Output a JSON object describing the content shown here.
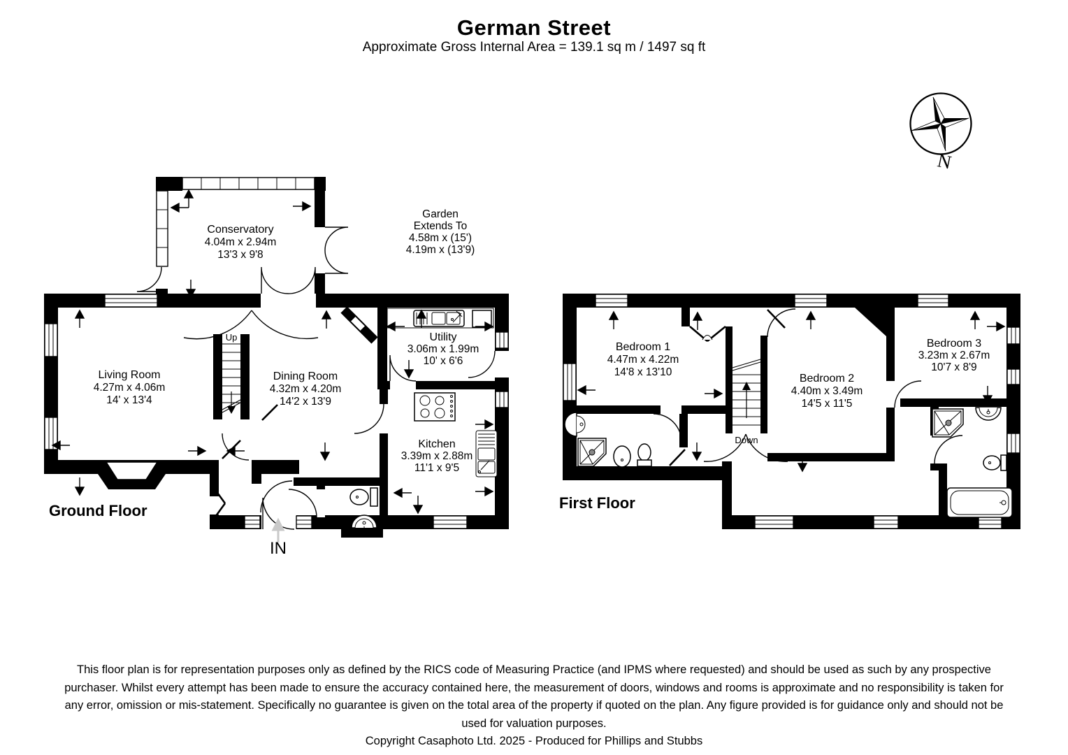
{
  "title": "German Street",
  "subtitle": "Approximate Gross Internal Area = 139.1 sq m / 1497 sq ft",
  "compass": {
    "north_label": "N"
  },
  "ground_floor": {
    "label": "Ground Floor",
    "entrance_label": "IN",
    "stairs_label": "Up",
    "garden_note": {
      "line1": "Garden",
      "line2": "Extends To",
      "line3": "4.58m x (15')",
      "line4": "4.19m x (13'9)"
    },
    "rooms": {
      "conservatory": {
        "name": "Conservatory",
        "metric": "4.04m x 2.94m",
        "imperial": "13'3 x 9'8"
      },
      "living_room": {
        "name": "Living Room",
        "metric": "4.27m x 4.06m",
        "imperial": "14' x 13'4"
      },
      "dining_room": {
        "name": "Dining Room",
        "metric": "4.32m x 4.20m",
        "imperial": "14'2 x 13'9"
      },
      "utility": {
        "name": "Utility",
        "metric": "3.06m x 1.99m",
        "imperial": "10' x 6'6"
      },
      "kitchen": {
        "name": "Kitchen",
        "metric": "3.39m x 2.88m",
        "imperial": "11'1 x 9'5"
      }
    }
  },
  "first_floor": {
    "label": "First Floor",
    "stairs_label": "Down",
    "rooms": {
      "bedroom1": {
        "name": "Bedroom 1",
        "metric": "4.47m x 4.22m",
        "imperial": "14'8 x 13'10"
      },
      "bedroom2": {
        "name": "Bedroom 2",
        "metric": "4.40m x 3.49m",
        "imperial": "14'5 x 11'5"
      },
      "bedroom3": {
        "name": "Bedroom 3",
        "metric": "3.23m x 2.67m",
        "imperial": "10'7 x 8'9"
      }
    }
  },
  "footer": {
    "disclaimer": "This floor plan is for representation purposes only as defined by the RICS code of Measuring Practice (and IPMS where requested) and should be used as such by any prospective purchaser. Whilst every attempt has been made to ensure the accuracy contained here, the measurement of doors, windows and rooms is approximate and no responsibility is taken for any error, omission or mis-statement. Specifically no guarantee is given on the total area of the property if quoted on the plan. Any figure provided is for guidance only and should not be used for valuation purposes.",
    "copyright": "Copyright Casaphoto Ltd. 2025 - Produced for Phillips and Stubbs"
  }
}
